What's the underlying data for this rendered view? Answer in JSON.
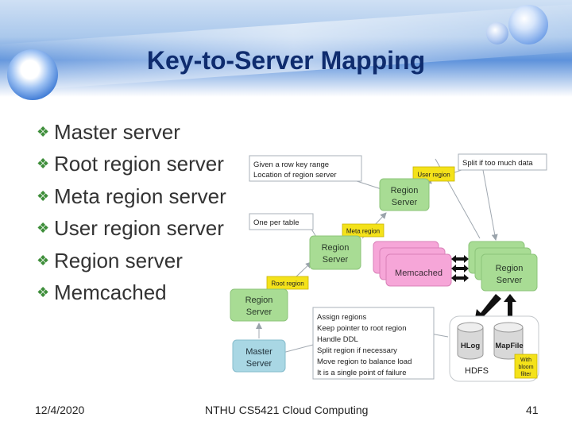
{
  "title": "Key-to-Server Mapping",
  "bullets": [
    "Master server",
    "Root region server",
    "Meta region server",
    "User region server",
    "Region server",
    "Memcached"
  ],
  "diagram": {
    "note_row_key": [
      "Given a row key range",
      "Location of region server"
    ],
    "note_split": "Split if too much data",
    "note_one_per_table": "One per table",
    "tag_user_region": "User region",
    "tag_meta_region": "Meta region",
    "tag_root_region": "Root region",
    "region_server_line1": "Region",
    "region_server_line2": "Server",
    "master_server_line1": "Master",
    "master_server_line2": "Server",
    "memcached": "Memcached",
    "master_duties": [
      "Assign regions",
      "Keep pointer to root region",
      "Handle DDL",
      "Split region if necessary",
      "Move region to balance load",
      "It is a single point of failure"
    ],
    "hlog": "HLog",
    "mapfile": "MapFile",
    "hdfs": "HDFS",
    "bloom_note": [
      "With",
      "bloom",
      "filter"
    ]
  },
  "colors": {
    "title": "#0f2c6e",
    "bullet_icon": "#3e8e3a",
    "region_fill": "#a8dc94",
    "memcached_fill": "#f6a6d8",
    "master_fill": "#a9d7e4",
    "tag_fill": "#f4e21a"
  },
  "footer": {
    "date": "12/4/2020",
    "course": "NTHU CS5421 Cloud Computing",
    "page": "41"
  }
}
